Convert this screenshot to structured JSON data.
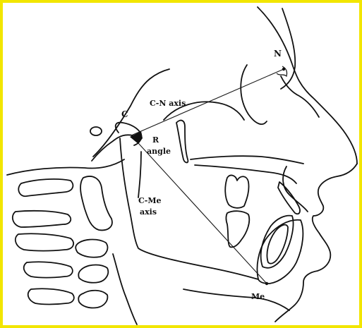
{
  "figure": {
    "border_color": "#f2e600",
    "line_color": "#111111",
    "points": {
      "condylion": "C",
      "nasion": "N",
      "menton": "Me"
    },
    "axes": {
      "cn": "C-N axis",
      "cme_1": "C-Me",
      "cme_2": "axis"
    },
    "angle": {
      "line1": "R",
      "line2": "angle"
    }
  }
}
